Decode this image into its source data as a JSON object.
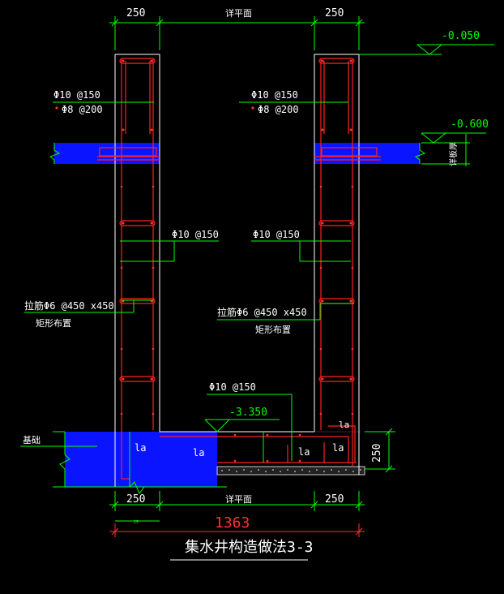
{
  "title": "集水井构造做法3-3",
  "dimensions": {
    "top_left": "250",
    "top_mid": "详平面",
    "top_right": "250",
    "bottom_left": "250",
    "bottom_mid": "详平面",
    "bottom_right": "250",
    "overall": "1363",
    "base_thickness": "250",
    "small_tick": "25"
  },
  "elevations": {
    "top": "-0.050",
    "slab": "-0.600",
    "bottom": "-3.350"
  },
  "labels": {
    "left_rebar_main": "Φ10 @150",
    "left_rebar_dist": "Φ8 @200",
    "right_rebar_main": "Φ10 @150",
    "right_rebar_dist": "Φ8 @200",
    "left_wall_rebar": "Φ10 @150",
    "right_wall_rebar": "Φ10 @150",
    "left_tie": "拉筋Φ6 @450 x450",
    "left_tie_note": "矩形布置",
    "right_tie": "拉筋Φ6 @450 x450",
    "right_tie_note": "矩形布置",
    "bottom_rebar": "Φ10 @150",
    "foundation": "基础",
    "slab_thickness": "详板厚",
    "la": "la"
  },
  "colors": {
    "background": "#000000",
    "dimension": "#00ff00",
    "outline": "#ffffff",
    "rebar": "#ff2020",
    "slab": "#0a14ff",
    "text": "#ffffff",
    "overall_dim": "#ff3030",
    "gravel": "#bbbbbb"
  }
}
